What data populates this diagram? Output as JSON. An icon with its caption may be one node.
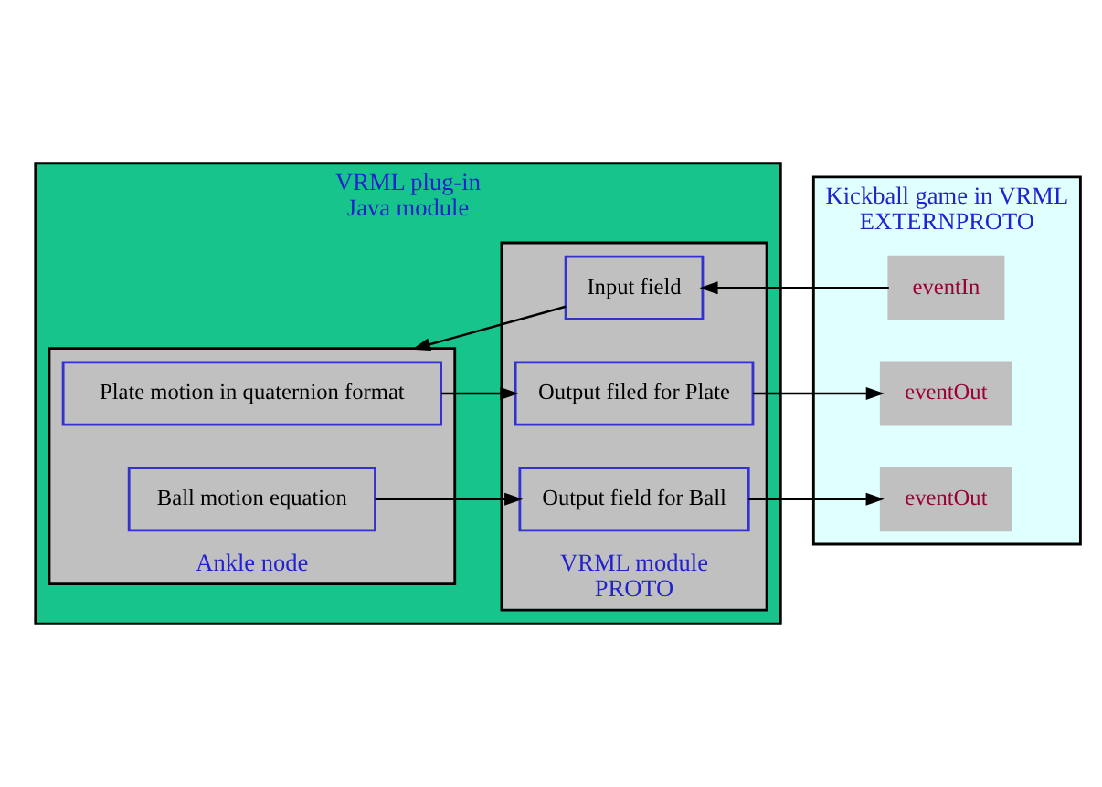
{
  "diagram": {
    "nodes": [
      {
        "text": [
          "VRML plug-in",
          "Java module"
        ]
      },
      {
        "text": [
          "VRML module",
          "PROTO"
        ],
        "in": 0
      },
      {
        "text": [
          "Input field"
        ],
        "in": 1
      },
      {
        "text": [
          "Output filed for Plate"
        ],
        "in": 1
      },
      {
        "text": [
          "Output field for Ball"
        ],
        "in": 1
      },
      {
        "text": [
          "Ankle node"
        ],
        "in": 0
      },
      {
        "text": [
          "Plate motion in quaternion format"
        ],
        "in": 5
      },
      {
        "text": [
          "Ball motion equation"
        ],
        "in": 5
      },
      {
        "text": [
          "Kickball game in VRML",
          "EXTERNPROTO"
        ]
      },
      {
        "text": [
          "eventIn"
        ],
        "in": 8
      },
      {
        "text": [
          "eventOut"
        ],
        "in": 8
      },
      {
        "text": [
          "eventOut"
        ],
        "in": 8
      }
    ],
    "edges": [
      {
        "from": 9,
        "to": 2,
        "arrow": "to"
      },
      {
        "from": 2,
        "to": 5,
        "arrow": "to"
      },
      {
        "from": 6,
        "to": 3,
        "arrow": "to"
      },
      {
        "from": 7,
        "to": 4,
        "arrow": "to"
      },
      {
        "from": 3,
        "to": 10,
        "arrow": "to"
      },
      {
        "from": 4,
        "to": 11,
        "arrow": "to"
      }
    ]
  }
}
